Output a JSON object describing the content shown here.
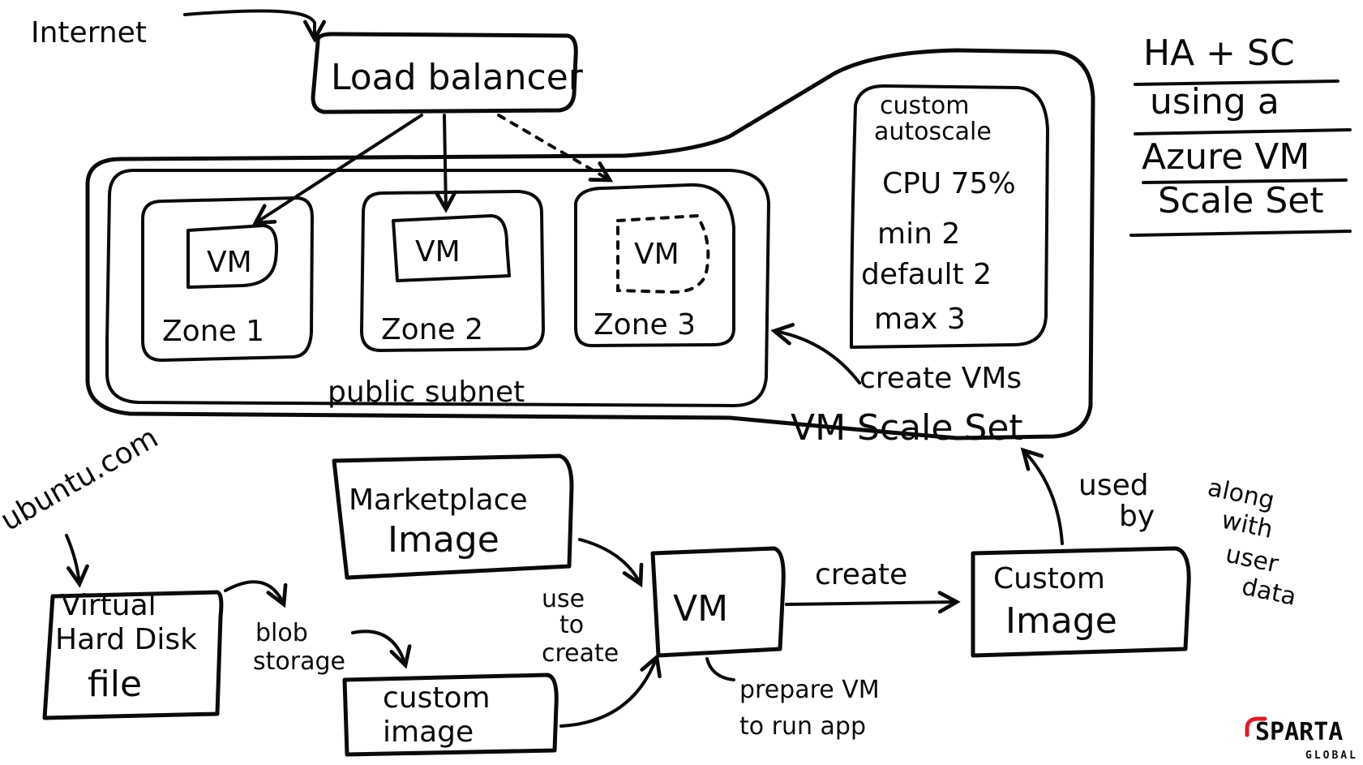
{
  "title": [
    "HA + SC",
    "using a",
    "Azure VM",
    "Scale Set"
  ],
  "internet": "Internet",
  "load_balancer": "Load balancer",
  "vm_label": "VM",
  "zones": [
    "Zone 1",
    "Zone 2",
    "Zone 3"
  ],
  "public_subnet": "public subnet",
  "autoscale": {
    "header": [
      "custom",
      "autoscale"
    ],
    "cpu": "CPU 75%",
    "min": "min 2",
    "default": "default 2",
    "max": "max 3"
  },
  "create_vms": "create VMs",
  "scale_set": "VM Scale Set",
  "ubuntu": "ubuntu.com",
  "vhd": [
    "Virtual",
    "Hard Disk",
    "file"
  ],
  "blob_storage": [
    "blob",
    "storage"
  ],
  "marketplace": [
    "Marketplace",
    "Image"
  ],
  "custom_image_small": [
    "custom",
    "image"
  ],
  "use_to_create": [
    "use",
    "to",
    "create"
  ],
  "vm_center": "VM",
  "create": "create",
  "prepare": [
    "prepare VM",
    "to run app"
  ],
  "custom_image_big": [
    "Custom",
    "Image"
  ],
  "used_by": [
    "used",
    "by"
  ],
  "along_with": [
    "along",
    "with",
    "user",
    "data"
  ],
  "logo": {
    "name": "SPARTA",
    "sub": "GLOBAL",
    "accent": "#d6202f"
  }
}
